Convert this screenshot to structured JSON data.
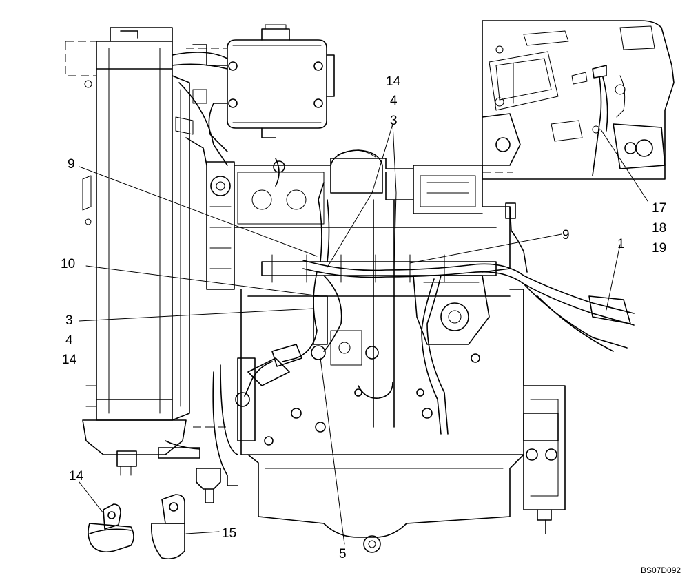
{
  "callouts": [
    {
      "id": "c14-top",
      "text": "14"
    },
    {
      "id": "c4-top",
      "text": "4"
    },
    {
      "id": "c3-top",
      "text": "3"
    },
    {
      "id": "c9-left",
      "text": "9"
    },
    {
      "id": "c9-right",
      "text": "9"
    },
    {
      "id": "c10",
      "text": "10"
    },
    {
      "id": "c1",
      "text": "1"
    },
    {
      "id": "c3-left",
      "text": "3"
    },
    {
      "id": "c4-left",
      "text": "4"
    },
    {
      "id": "c14-left",
      "text": "14"
    },
    {
      "id": "c17",
      "text": "17"
    },
    {
      "id": "c18",
      "text": "18"
    },
    {
      "id": "c19",
      "text": "19"
    },
    {
      "id": "c14-bottom",
      "text": "14"
    },
    {
      "id": "c15",
      "text": "15"
    },
    {
      "id": "c5",
      "text": "5"
    }
  ],
  "drawing_code": "BS07D092"
}
